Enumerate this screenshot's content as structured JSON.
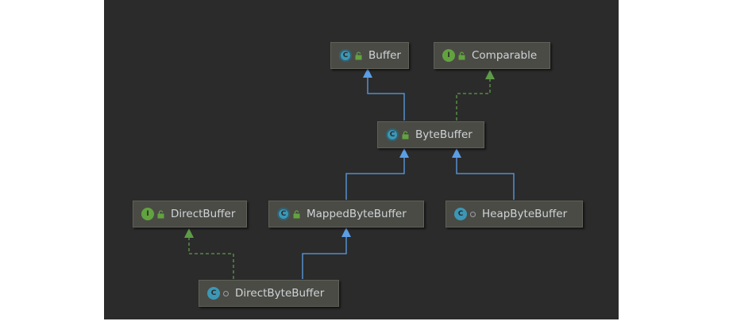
{
  "colors": {
    "background": "#2b2b2b",
    "node_fill": "#4a4b45",
    "node_text": "#cfd3d6",
    "extends_arrow": "#5c9ee6",
    "implements_arrow": "#5d9b47",
    "class_badge": "#3c97b6",
    "interface_badge": "#62a33f"
  },
  "nodes": {
    "buffer": {
      "label": "Buffer",
      "badge": "C",
      "kind": "abstract-class",
      "visibility": "public"
    },
    "comparable": {
      "label": "Comparable",
      "badge": "I",
      "kind": "interface",
      "visibility": "public"
    },
    "bytebuffer": {
      "label": "ByteBuffer",
      "badge": "C",
      "kind": "abstract-class",
      "visibility": "public"
    },
    "directbuffer": {
      "label": "DirectBuffer",
      "badge": "I",
      "kind": "interface",
      "visibility": "public"
    },
    "mappedbytebuffer": {
      "label": "MappedByteBuffer",
      "badge": "C",
      "kind": "abstract-class",
      "visibility": "public"
    },
    "heapbytebuffer": {
      "label": "HeapByteBuffer",
      "badge": "C",
      "kind": "class",
      "visibility": "package-private"
    },
    "directbytebuffer": {
      "label": "DirectByteBuffer",
      "badge": "C",
      "kind": "class",
      "visibility": "package-private"
    }
  },
  "edges": [
    {
      "from": "ByteBuffer",
      "to": "Buffer",
      "type": "extends"
    },
    {
      "from": "ByteBuffer",
      "to": "Comparable",
      "type": "implements"
    },
    {
      "from": "MappedByteBuffer",
      "to": "ByteBuffer",
      "type": "extends"
    },
    {
      "from": "HeapByteBuffer",
      "to": "ByteBuffer",
      "type": "extends"
    },
    {
      "from": "DirectByteBuffer",
      "to": "MappedByteBuffer",
      "type": "extends"
    },
    {
      "from": "DirectByteBuffer",
      "to": "DirectBuffer",
      "type": "implements"
    }
  ]
}
